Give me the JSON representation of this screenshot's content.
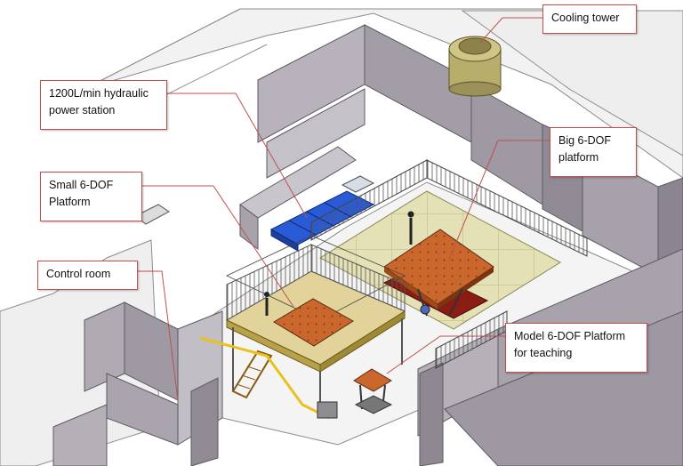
{
  "labels": {
    "cooling_tower": [
      "Cooling tower"
    ],
    "hydraulic_station": [
      "1200L/min  hydraulic",
      "power station"
    ],
    "big_platform": [
      "Big      6-DOF",
      "platform"
    ],
    "small_platform": [
      "Small  6-DOF",
      "Platform"
    ],
    "control_room": [
      "Control room"
    ],
    "model_platform": [
      "Model  6-DOF  Platform",
      "for teaching"
    ]
  },
  "colors": {
    "callout_line": "#c0504d",
    "wall": "#a39ea6",
    "floor": "#e3e0b4",
    "platform_top": "#c8662a",
    "hydraulic_units": "#2a5bd6"
  }
}
